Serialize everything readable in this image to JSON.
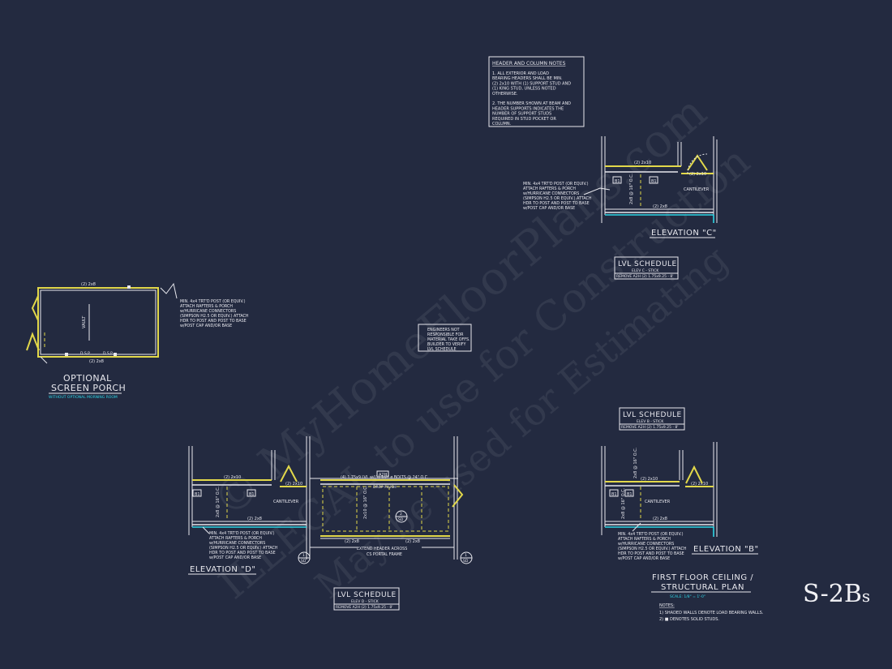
{
  "watermark": {
    "line1": "© MyHomeFloorPlans.com",
    "line2": "ILLEGAL to use for Construction",
    "line3": "May be used for Estimating"
  },
  "sheet_number": {
    "main": "S-2B",
    "suffix": "s"
  },
  "header_notes": {
    "title": "HEADER AND COLUMN NOTES",
    "lines": [
      "1. ALL EXTERIOR AND LOAD",
      "BEARING HEADERS SHALL BE MIN.",
      "(2) 2x10 WITH (1) SUPPORT STUD AND",
      "(1) KING STUD, UNLESS NOTED",
      "OTHERWISE.",
      "",
      "2. THE NUMBER SHOWN AT BEAM AND",
      "HEADER SUPPORTS INDICATES THE",
      "NUMBER OF SUPPORT STUDS",
      "REQUIRED IN STUD POCKET OR",
      "COLUMN."
    ]
  },
  "post_note": {
    "lines": [
      "MIN. 4x4 TRT'D POST (OR EQUIV.)",
      "ATTACH RAFTERS & PORCH",
      "w/HURRICANE CONNECTORS",
      "(SIMPSON H2.5 OR EQUIV.) ATTACH",
      "HDR TO POST AND POST TO BASE",
      "w/POST CAP AND/OR BASE"
    ]
  },
  "engineer_note": {
    "lines": [
      "ENGINEERS NOT",
      "RESPONSIBLE FOR",
      "MATERIAL TAKE OFFS.",
      "BUILDER TO VERIFY",
      "LVL SCHEDULE"
    ]
  },
  "screen_porch": {
    "title1": "OPTIONAL",
    "title2": "SCREEN PORCH",
    "subtitle": "WITHOUT OPTIONAL MORNING ROOM",
    "top_label": "(2) 2x8",
    "bottom_label": "(2) 2x8",
    "vault": "VAULT",
    "post_label": "D.S.P."
  },
  "elev_c": {
    "title": "ELEVATION \"C\"",
    "header_label": "(2) 2x10",
    "header_label2": "(2) 2x10",
    "bottom_label": "(2) 2x8",
    "cantilever": "CANTILEVER",
    "joist": "2x8 @ 16\" O.C.",
    "tag": "B1"
  },
  "lvl_c": {
    "title": "LVL SCHEDULE",
    "sub": "ELEV C - STICK",
    "row": "REMOVE A2H (2) 1.75x9.25 - 8'"
  },
  "lvl_b": {
    "title": "LVL SCHEDULE",
    "sub": "ELEV B - STICK",
    "row": "REMOVE A2H (2) 1.75x9.25 - 8'"
  },
  "lvl_d": {
    "title": "LVL SCHEDULE",
    "sub": "ELEV D - STICK",
    "row": "REMOVE A2H (2) 1.75x9.25 - 8'"
  },
  "elev_d": {
    "title": "ELEVATION \"D\"",
    "header_label": "(2) 2x10",
    "header_label2": "(2) 2x10",
    "bottom_label": "(2) 2x8",
    "cantilever": "CANTILEVER",
    "joist": "2x8 @ 16\" O.C.",
    "tag": "B1",
    "portal_tag": "A2H",
    "portal_beam": "(4) 1.75x9 LVL w/(1) 1/2\" ø BOLTS @ 24\" O.C.",
    "drop_note": "DROP FLUSH",
    "portal_joist": "2x10 @ 16\" O.C.",
    "portal_bottom1": "(2) 2x8",
    "portal_bottom2": "(2) 2x8",
    "extend_note1": "EXTEND HEADER ACROSS",
    "extend_note2": "CS PORTAL FRAME",
    "section_num": "1",
    "section_sheet": "SD",
    "section2_num": "2",
    "section2_sheet": "SD"
  },
  "elev_b": {
    "title": "ELEVATION \"B\"",
    "header_label": "(2) 2x10",
    "header_label2": "(2) 2x10",
    "bottom_label": "(2) 2x8",
    "cantilever": "CANTILEVER",
    "joist": "2x8 @ 16\" O.C.",
    "tag": "B1"
  },
  "plan_title": {
    "line1": "FIRST FLOOR CEILING /",
    "line2": "STRUCTURAL PLAN",
    "scale": "SCALE: 1/8\" = 1'-0\""
  },
  "notes": {
    "title": "NOTES:",
    "items": [
      "1) SHADED WALLS DENOTE LOAD BEARING WALLS.",
      "2) ■ DENOTES SOLID STUDS."
    ]
  }
}
